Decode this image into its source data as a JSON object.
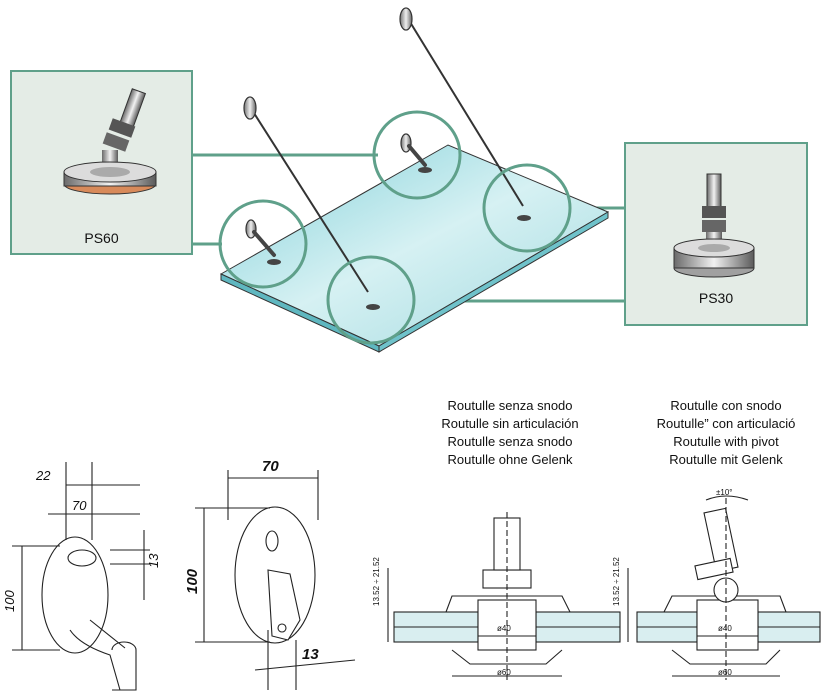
{
  "products": {
    "ps60": "PS60",
    "ps30": "PS30"
  },
  "labels_no_pivot": [
    "Routulle senza snodo",
    "Routulle sin articulación",
    "Routulle senza snodo",
    "Routulle ohne Gelenk"
  ],
  "labels_pivot": [
    "Routulle con snodo",
    "Routulle” con articulació",
    "Routulle with pivot",
    "Routulle mit Gelenk"
  ],
  "dims_left": {
    "d22": "22",
    "d70": "70",
    "d13": "13",
    "d100": "100"
  },
  "dims_mid": {
    "d70": "70",
    "d100": "100",
    "d13": "13"
  },
  "section": {
    "range_a": "13.52 ÷ 21.52",
    "range_b": "13.52 ÷ 21.52",
    "phi40": "ø40",
    "phi60": "ø60",
    "angle": "±10°"
  },
  "colors": {
    "accent": "#5fa08a",
    "glass": "#a9dde2",
    "panel_bg": "#e4ece6"
  }
}
